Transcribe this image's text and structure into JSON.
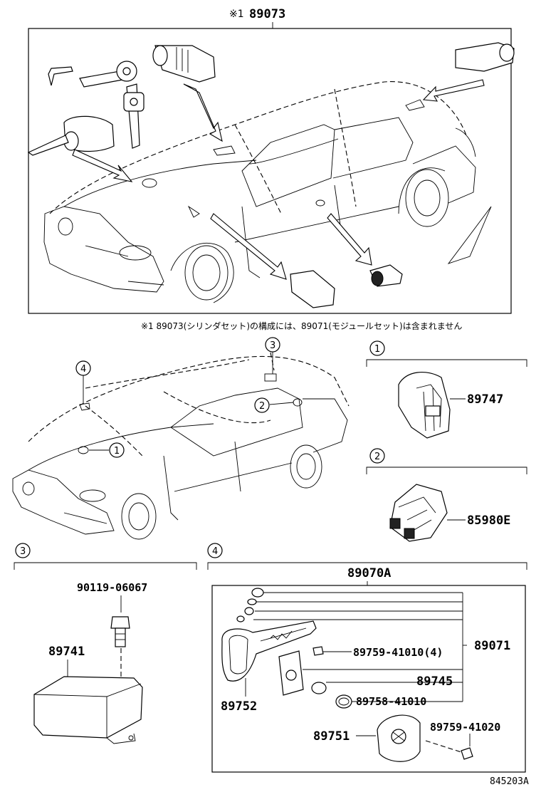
{
  "top_section": {
    "title_mark": "※1",
    "title_part": "89073",
    "footnote": "※1 89073(シリンダセット)の構成には、89071(モジュールセット)は含まれません"
  },
  "callouts": {
    "c1": "1",
    "c2": "2",
    "c3": "3",
    "c4": "4"
  },
  "parts": {
    "p89747": "89747",
    "p85980E": "85980E",
    "p90119": "90119-06067",
    "p89741": "89741",
    "p89070A": "89070A",
    "p89071": "89071",
    "p89759_41010": "89759-41010(4)",
    "p89745": "89745",
    "p89758": "89758-41010",
    "p89752": "89752",
    "p89751": "89751",
    "p89759_41020": "89759-41020"
  },
  "diagram_code": "845203A"
}
